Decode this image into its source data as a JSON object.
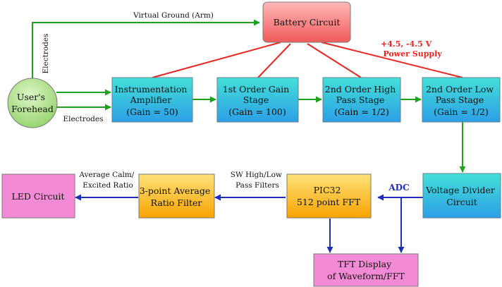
{
  "nodes": {
    "battery": [
      "Battery Circuit"
    ],
    "forehead": [
      "User's",
      "Forehead"
    ],
    "instr_amp": [
      "Instrumentation",
      "Amplifier",
      "(Gain = 50)"
    ],
    "first_gain": [
      "1st Order Gain",
      "Stage",
      "(Gain = 100)"
    ],
    "high_pass": [
      "2nd Order High",
      "Pass Stage",
      "(Gain = 1/2)"
    ],
    "low_pass": [
      "2nd Order Low",
      "Pass Stage",
      "(Gain = 1/2)"
    ],
    "voltage_divider": [
      "Voltage Divider",
      "Circuit"
    ],
    "pic32": [
      "PIC32",
      "512 point FFT"
    ],
    "avg_filter": [
      "3-point Average",
      "Ratio Filter"
    ],
    "led": [
      "LED Circuit"
    ],
    "tft": [
      "TFT Display",
      "of Waveform/FFT"
    ]
  },
  "labels": {
    "virtual_ground": "Virtual Ground (Arm)",
    "electrodes_vertical": "Electrodes",
    "electrodes_bottom": "Electrodes",
    "power_supply": [
      "+4.5, -4.5 V",
      "Power Supply"
    ],
    "adc": "ADC",
    "sw_filters": [
      "SW High/Low",
      "Pass Filters"
    ],
    "avg_ratio": [
      "Average Calm/",
      "Excited Ratio"
    ]
  },
  "colors": {
    "green_arrow": "#1ea21e",
    "red_line": "#e8261f",
    "blue_arrow": "#1d2fb8"
  }
}
